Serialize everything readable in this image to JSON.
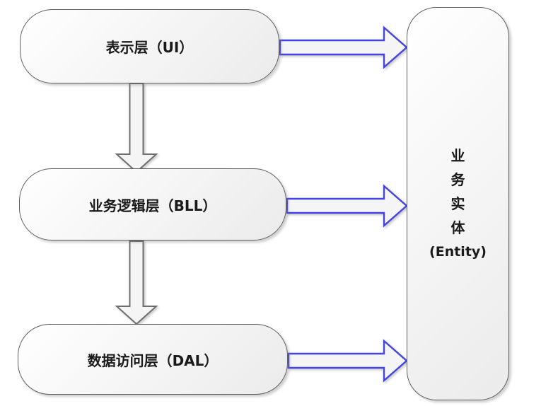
{
  "diagram": {
    "type": "architecture-flow",
    "nodes": {
      "ui": {
        "label": "表示层（UI）"
      },
      "bll": {
        "label": "业务逻辑层（BLL）"
      },
      "dal": {
        "label": "数据访问层（DAL）"
      },
      "entity": {
        "lines": [
          "业",
          "务",
          "实",
          "体",
          "(Entity)"
        ]
      }
    },
    "arrows": [
      {
        "name": "ui-to-entity",
        "direction": "right",
        "style": "blue-hollow"
      },
      {
        "name": "bll-to-entity",
        "direction": "right",
        "style": "blue-hollow"
      },
      {
        "name": "dal-to-entity",
        "direction": "right",
        "style": "blue-hollow"
      },
      {
        "name": "ui-to-bll",
        "direction": "down",
        "style": "gray-hollow"
      },
      {
        "name": "bll-to-dal",
        "direction": "down",
        "style": "gray-hollow"
      }
    ],
    "colors": {
      "arrow_blue": "#4444e0",
      "arrow_gray": "#6e6e6e",
      "box_border": "#5f5f5f",
      "shape_fill": "#f5f5f5",
      "text": "#1a1a1a"
    }
  }
}
